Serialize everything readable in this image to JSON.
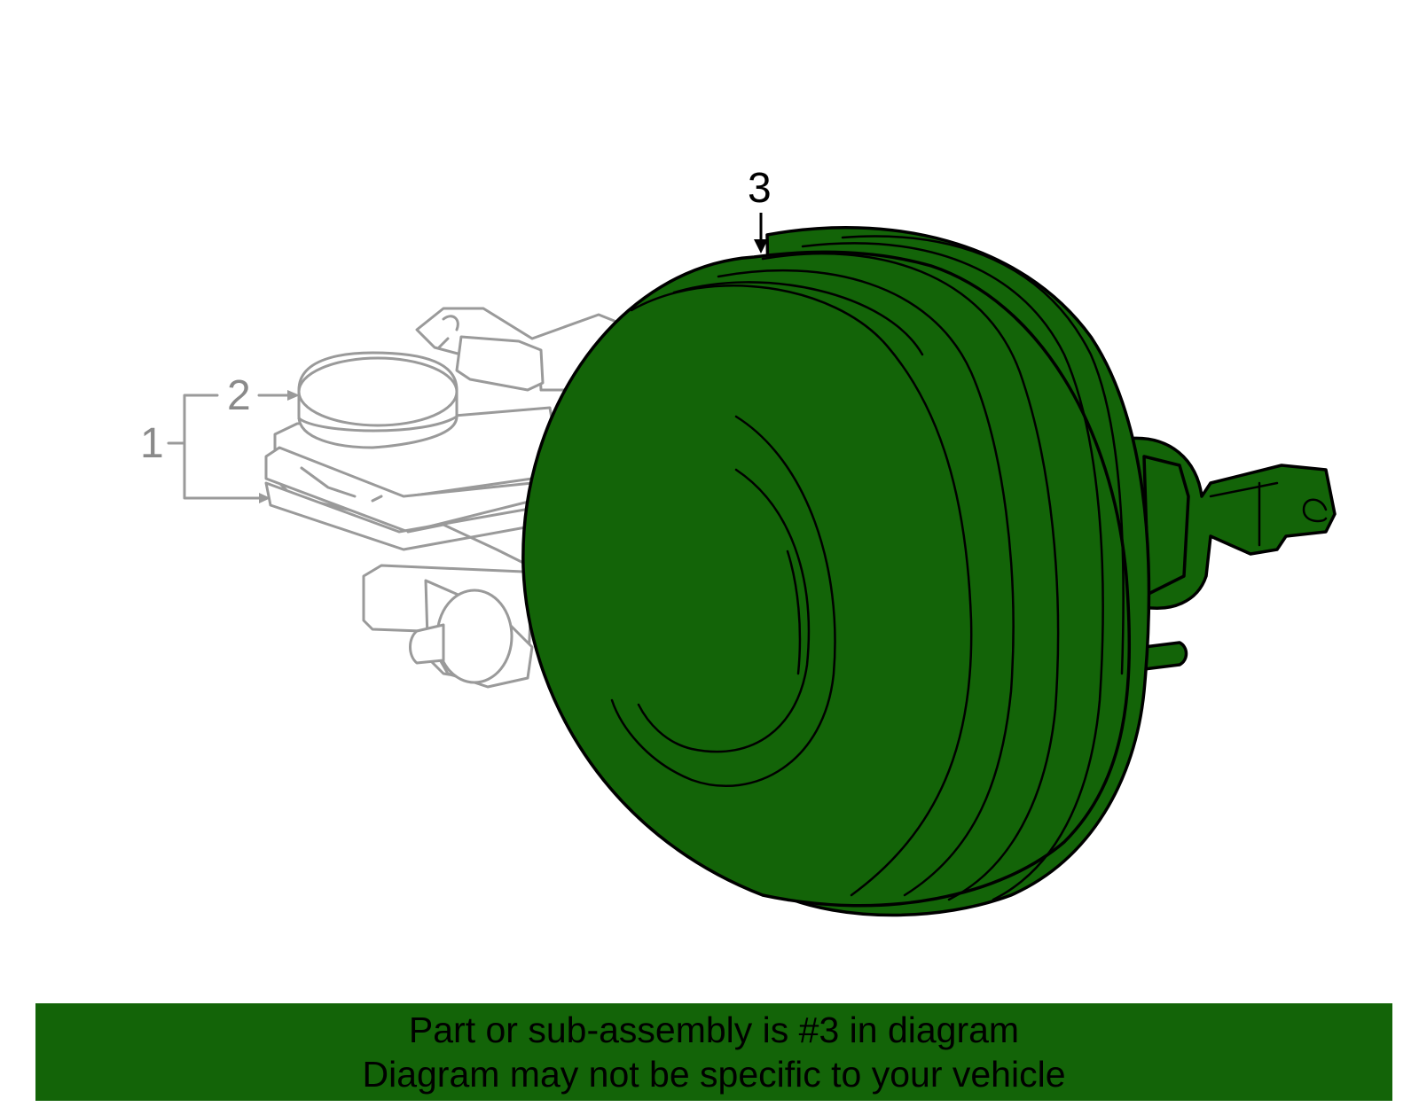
{
  "diagram": {
    "callouts": [
      {
        "id": "1",
        "label": "1",
        "state": "inactive"
      },
      {
        "id": "2",
        "label": "2",
        "state": "inactive"
      },
      {
        "id": "3",
        "label": "3",
        "state": "highlighted"
      }
    ],
    "colors": {
      "highlight_part": "#136408",
      "inactive_lines": "#9a9a9a",
      "outline": "#000000",
      "banner_bg": "#136408"
    }
  },
  "banner": {
    "line1": "Part or sub-assembly is #3 in diagram",
    "line2": "Diagram may not be specific to your vehicle"
  }
}
